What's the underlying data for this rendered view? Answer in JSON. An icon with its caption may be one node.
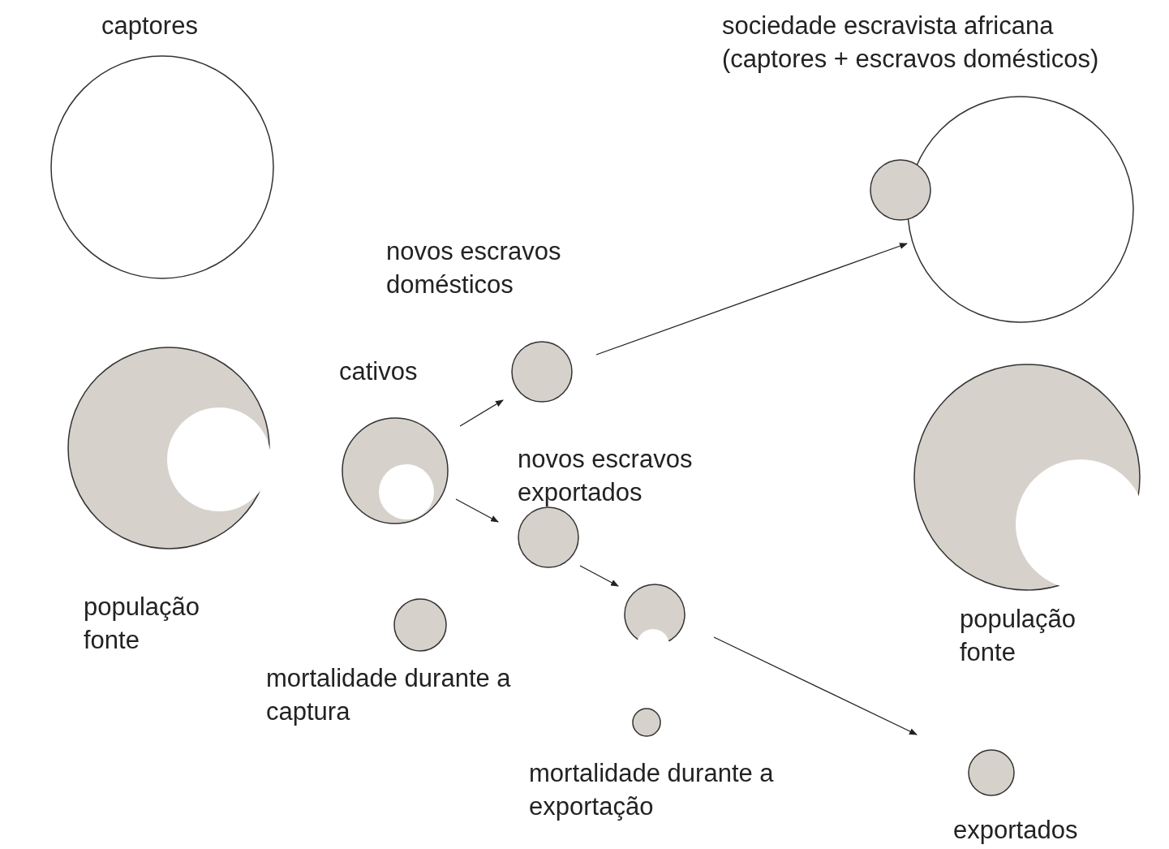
{
  "diagram": {
    "nodes": [
      {
        "text": [
          "captores"
        ]
      },
      {
        "text": [
          "sociedade escravista africana (captores + escravos domésticos)"
        ]
      },
      {
        "text": [],
        "shape": "circle"
      },
      {
        "text": [
          "população fonte"
        ]
      },
      {
        "text": [
          "cativos"
        ]
      },
      {
        "text": [
          "novos escravos domésticos"
        ]
      },
      {
        "text": [
          "novos escravos exportados"
        ]
      },
      {
        "text": [],
        "shape": "circle"
      },
      {
        "text": [
          "mortalidade durante a captura"
        ]
      },
      {
        "text": [
          "mortalidade durante a exportação"
        ]
      },
      {
        "text": [
          "população fonte"
        ]
      },
      {
        "text": [
          "exportados"
        ]
      }
    ],
    "edges": [
      {
        "from": 4,
        "to": 5,
        "arrow": "to"
      },
      {
        "from": 4,
        "to": 6,
        "arrow": "to"
      },
      {
        "from": 5,
        "to": 1,
        "arrow": "to"
      },
      {
        "from": 6,
        "to": 7,
        "arrow": "to"
      },
      {
        "from": 7,
        "to": 11,
        "arrow": "to"
      }
    ]
  }
}
